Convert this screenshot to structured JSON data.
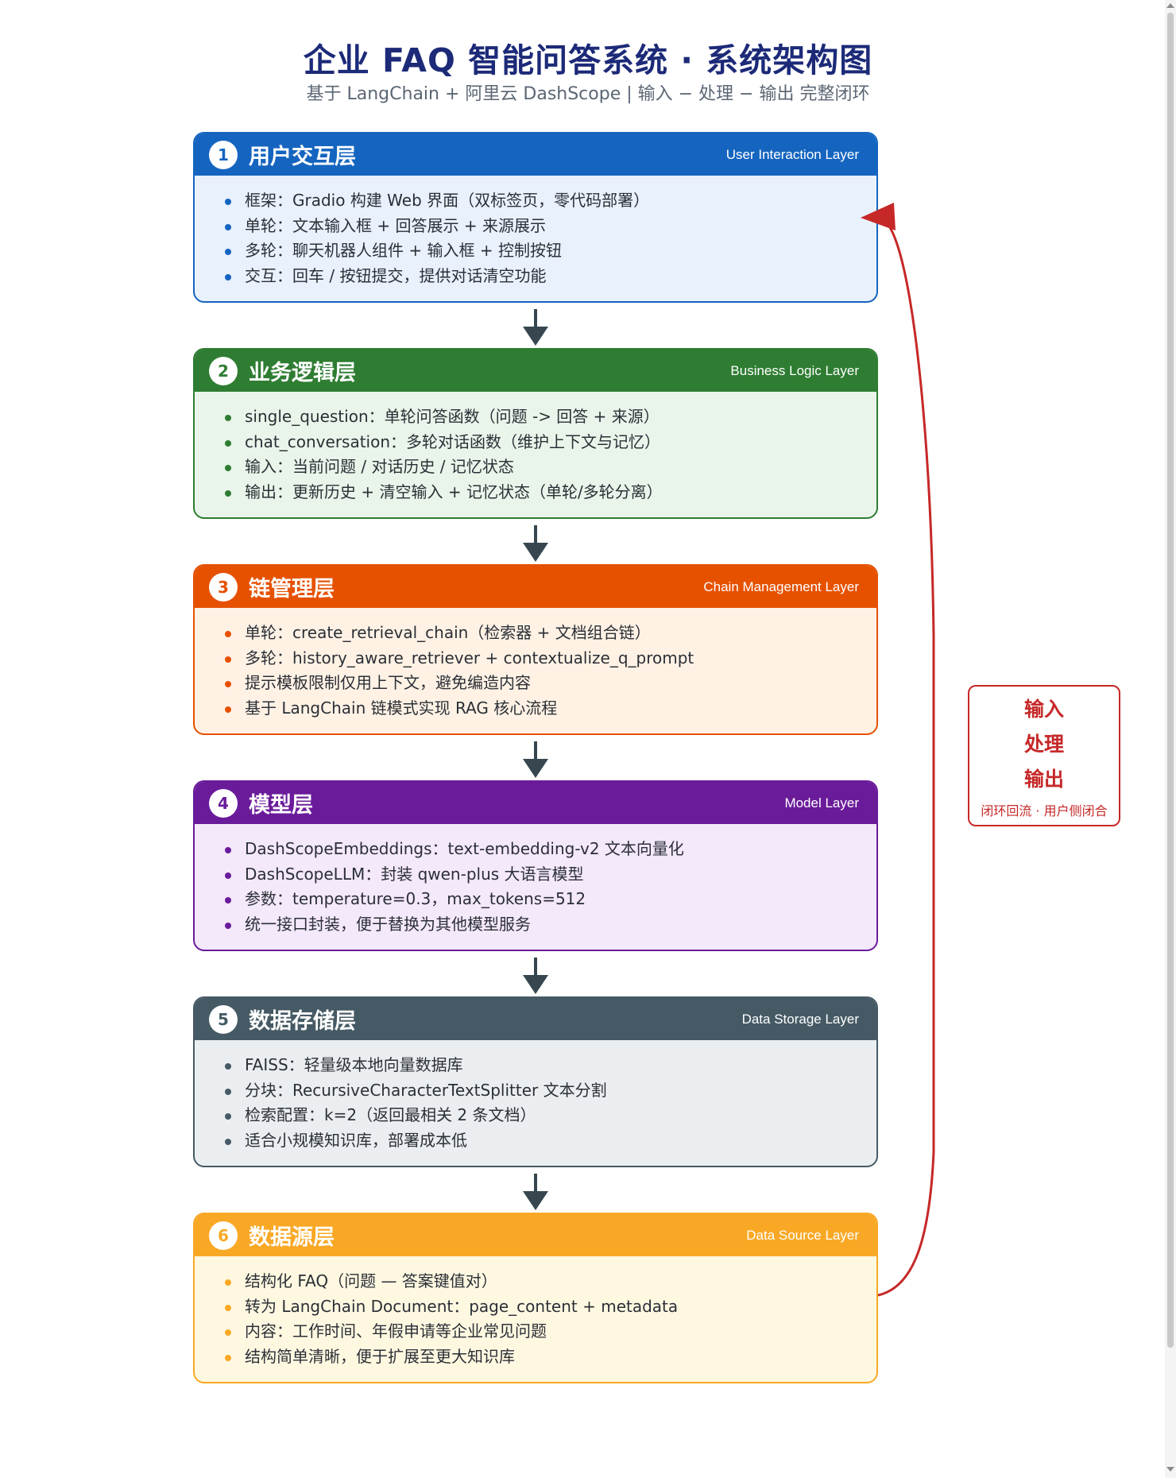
{
  "title": "企业 FAQ 智能问答系统 · 系统架构图",
  "subtitle": "基于 LangChain + 阿里云 DashScope   |   输入 − 处理 − 输出 完整闭环",
  "layers": [
    {
      "number": "1",
      "title": "用户交互层",
      "en": "User Interaction Layer",
      "header_color": "#1565c0",
      "body_color": "#e8f1fc",
      "border_color": "#1565c0",
      "dot_color": "#1565c0",
      "items": [
        "框架：Gradio 构建 Web 界面（双标签页，零代码部署）",
        "单轮：文本输入框 + 回答展示 + 来源展示",
        "多轮：聊天机器人组件 + 输入框 + 控制按钮",
        "交互：回车 / 按钮提交，提供对话清空功能"
      ]
    },
    {
      "number": "2",
      "title": "业务逻辑层",
      "en": "Business Logic Layer",
      "header_color": "#2e7d32",
      "body_color": "#e9f5ea",
      "border_color": "#2e7d32",
      "dot_color": "#2e7d32",
      "items": [
        "single_question：单轮问答函数（问题 -> 回答 + 来源）",
        "chat_conversation：多轮对话函数（维护上下文与记忆）",
        "输入：当前问题 / 对话历史 / 记忆状态",
        "输出：更新历史 + 清空输入 + 记忆状态（单轮/多轮分离）"
      ]
    },
    {
      "number": "3",
      "title": "链管理层",
      "en": "Chain Management Layer",
      "header_color": "#e65100",
      "body_color": "#fff2e5",
      "border_color": "#e65100",
      "dot_color": "#e65100",
      "items": [
        "单轮：create_retrieval_chain（检索器 + 文档组合链）",
        "多轮：history_aware_retriever + contextualize_q_prompt",
        "提示模板限制仅用上下文，避免编造内容",
        "基于 LangChain 链模式实现 RAG 核心流程"
      ]
    },
    {
      "number": "4",
      "title": "模型层",
      "en": "Model Layer",
      "header_color": "#6a1b9a",
      "body_color": "#f4e8fb",
      "border_color": "#6a1b9a",
      "dot_color": "#6a1b9a",
      "items": [
        "DashScopeEmbeddings：text-embedding-v2 文本向量化",
        "DashScopeLLM：封装 qwen-plus 大语言模型",
        "参数：temperature=0.3，max_tokens=512",
        "统一接口封装，便于替换为其他模型服务"
      ]
    },
    {
      "number": "5",
      "title": "数据存储层",
      "en": "Data Storage Layer",
      "header_color": "#455a64",
      "body_color": "#ebeef0",
      "border_color": "#455a64",
      "dot_color": "#455a64",
      "items": [
        "FAISS：轻量级本地向量数据库",
        "分块：RecursiveCharacterTextSplitter 文本分割",
        "检索配置：k=2（返回最相关 2 条文档）",
        "适合小规模知识库，部署成本低"
      ]
    },
    {
      "number": "6",
      "title": "数据源层",
      "en": "Data Source Layer",
      "header_color": "#f9a825",
      "body_color": "#fff8e1",
      "border_color": "#f9a825",
      "dot_color": "#f9a825",
      "items": [
        "结构化 FAQ（问题 — 答案键值对）",
        "转为 LangChain Document：page_content + metadata",
        "内容：工作时间、年假申请等企业常见问题",
        "结构简单清晰，便于扩展至更大知识库"
      ]
    }
  ],
  "loop": {
    "words": [
      "输入",
      "处理",
      "输出"
    ],
    "note": "闭环回流 · 用户侧闭合",
    "color": "#c62828"
  },
  "arrow_color": "#37474f"
}
